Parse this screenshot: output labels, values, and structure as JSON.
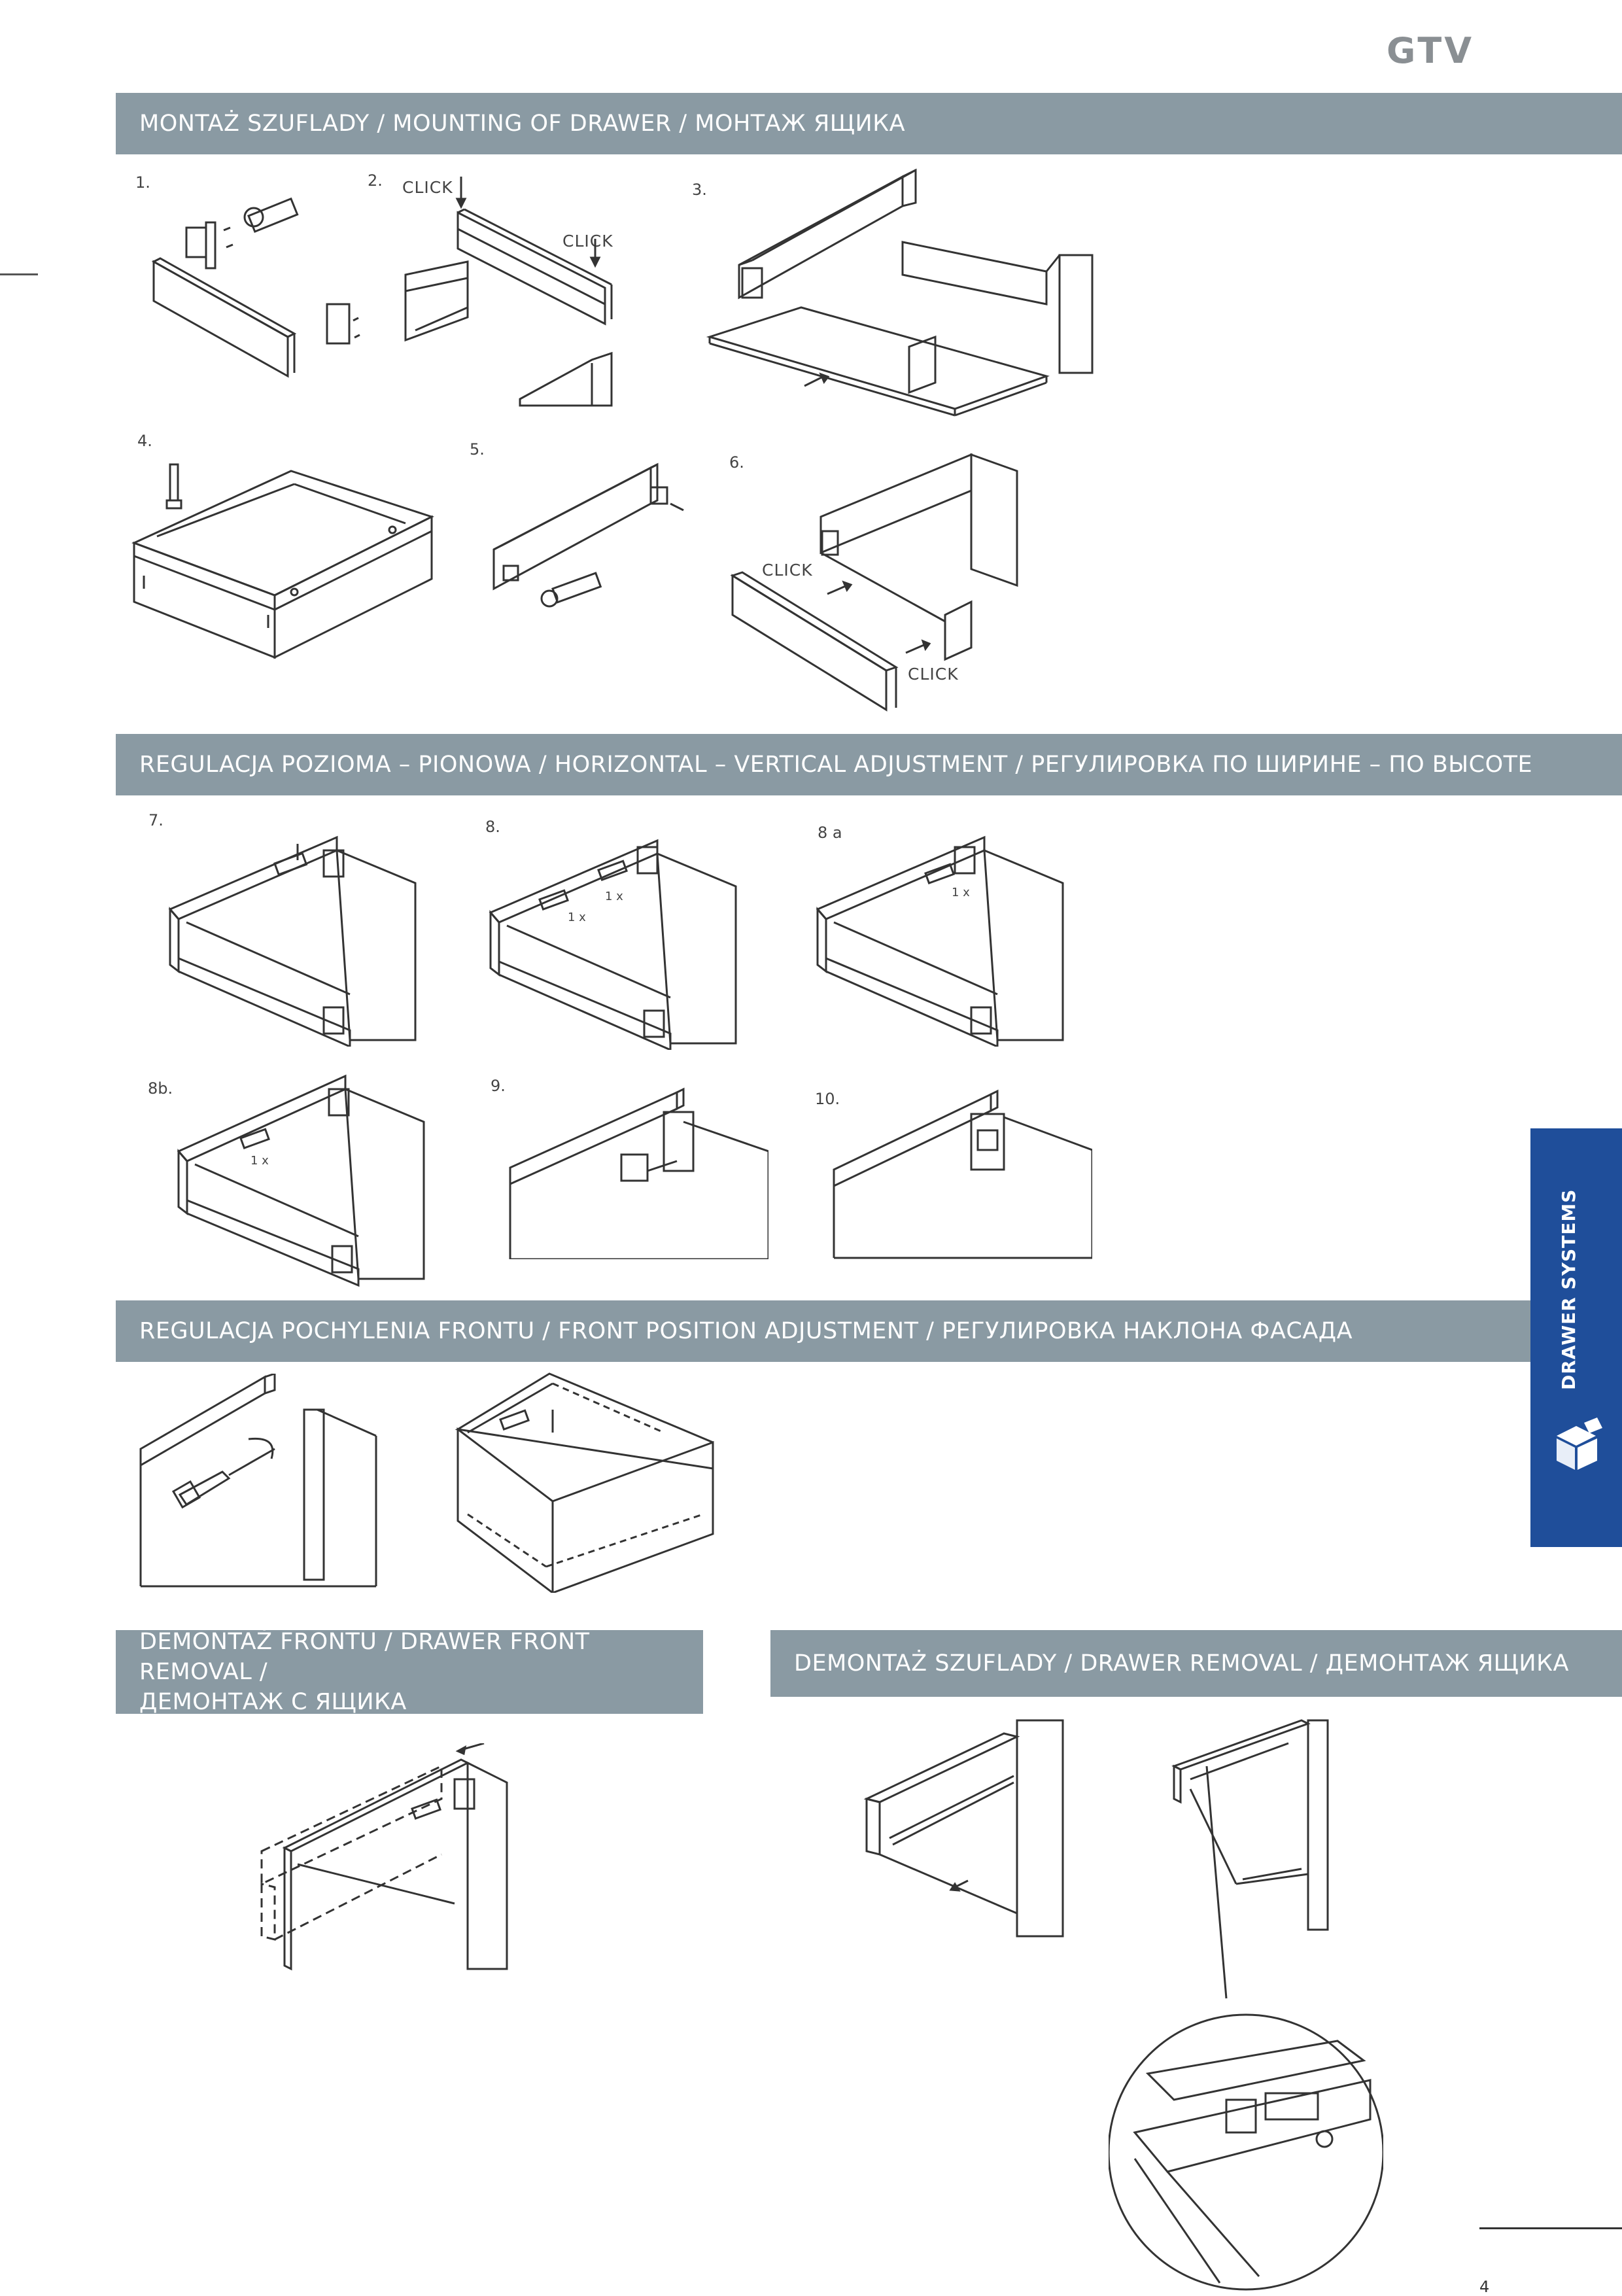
{
  "brand": {
    "logo_text": "GTV",
    "logo_color": "#8a8f93"
  },
  "colors": {
    "section_bar": "#8a9aa3",
    "side_tab": "#1f4e9a",
    "line": "#333333"
  },
  "sections": {
    "mounting": "MONTAŻ SZUFLADY / MOUNTING OF DRAWER / МОНТАЖ ЯЩИКА",
    "adjustment": "REGULACJA POZIOMA – PIONOWA / HORIZONTAL – VERTICAL ADJUSTMENT / РЕГУЛИРОВКА ПО ШИРИНЕ – ПО ВЫСОТЕ",
    "front_position": "REGULACJA POCHYLENIA FRONTU / FRONT POSITION ADJUSTMENT / РЕГУЛИРОВКА НАКЛОНА ФАСАДА",
    "front_removal_line1": "DEMONTAŻ FRONTU / DRAWER FRONT REMOVAL /",
    "front_removal_line2": "ДЕМОНТАЖ С ЯЩИКА",
    "drawer_removal": "DEMONTAŻ SZUFLADY / DRAWER REMOVAL / ДЕМОНТАЖ ЯЩИКА"
  },
  "steps": {
    "s1": "1.",
    "s2": "2.",
    "s3": "3.",
    "s4": "4.",
    "s5": "5.",
    "s6": "6.",
    "s7": "7.",
    "s8": "8.",
    "s8a": "8 a",
    "s8b": "8b.",
    "s9": "9.",
    "s10": "10."
  },
  "annotations": {
    "click": "CLICK",
    "one_x": "1 x"
  },
  "side_tab": {
    "label": "DRAWER SYSTEMS",
    "icon": "cube-icon"
  },
  "page_number": "4"
}
